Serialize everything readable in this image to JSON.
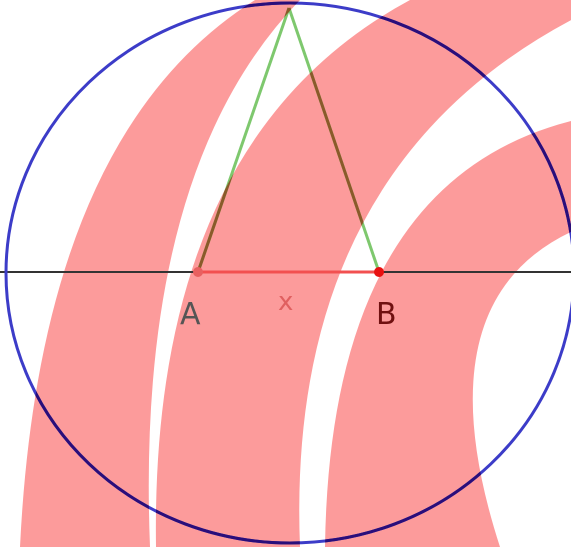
{
  "diagram": {
    "labels": {
      "point_a": "A",
      "point_b": "B",
      "segment": "x"
    },
    "colors": {
      "background": "#ffffff",
      "band": "#fc9b9b",
      "circle": "#3c3cc8",
      "circle_in_band": "#2a0e7a",
      "axis_line": "#333333",
      "segment_ab": "#f25050",
      "segment_label": "#e06060",
      "triangle_sides": "#7ec86e",
      "triangle_sides_in_band": "#8a5a2a",
      "point_a": "#e86060",
      "point_b": "#e81010",
      "label_a": "#555555",
      "label_b": "#701010"
    }
  }
}
